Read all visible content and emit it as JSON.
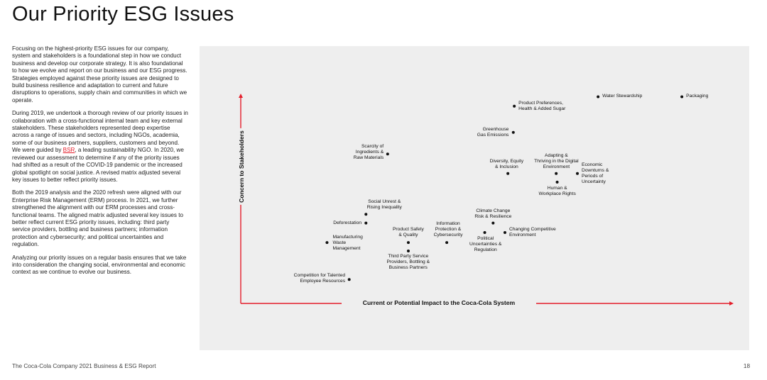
{
  "page": {
    "title": "Our Priority ESG Issues",
    "footer": "The Coca-Cola Company 2021 Business & ESG Report",
    "page_number": "18"
  },
  "intro": {
    "p1": "Focusing on the highest-priority ESG issues for our company, system and stakeholders is a foundational step in how we conduct business and develop our corporate strategy. It is also foundational to how we evolve and report on our business and our ESG progress. Strategies employed against these priority issues are designed to build business resilience and adaptation to current and future disruptions to operations, supply chain and communities in which we operate.",
    "p2_before": "During 2019, we undertook a thorough review of our priority issues in collaboration with a cross-functional internal team and key external stakeholders. These stakeholders represented deep expertise across a range of issues and sectors, including NGOs, academia, some of our business partners, suppliers, customers and beyond. We were guided by ",
    "p2_link": "BSR",
    "p2_after": ", a leading sustainability NGO. In 2020, we reviewed our assessment to determine if any of the priority issues had shifted as a result of the COVID-19 pandemic or the increased global spotlight on social justice. A revised matrix adjusted several key issues to better reflect priority issues.",
    "p3": "Both the 2019 analysis and the 2020 refresh were aligned with our Enterprise Risk Management (ERM) process. In 2021, we further strengthened the alignment with our ERM processes and cross-functional teams. The aligned matrix adjusted several key issues to better reflect current ESG priority issues, including: third party service providers, bottling and business partners; information protection and cybersecurity; and political uncertainties and regulation.",
    "p4": "Analyzing our priority issues on a regular basis ensures that we take into consideration the changing social, environmental and economic context as we continue to evolve our business."
  },
  "colors": {
    "axis": "#e41e2b",
    "link": "#e41e2b",
    "panel": "#eeeeee",
    "point": "#111111"
  },
  "chart_data": {
    "type": "scatter",
    "title": "",
    "xlabel": "Current or Potential Impact to the Coca-Cola System",
    "ylabel": "Concern to Stakeholders",
    "xlim": [
      0,
      100
    ],
    "ylim": [
      0,
      100
    ],
    "grid": false,
    "points": [
      {
        "label": "Water Stewardship",
        "x": 72.5,
        "y": 98.5
      },
      {
        "label": "Packaging",
        "x": 89.5,
        "y": 98.5
      },
      {
        "label": "Product Preferences,\nHealth & Added Sugar",
        "x": 55.5,
        "y": 94
      },
      {
        "label": "Greenhouse\nGas Emissions",
        "x": 55.3,
        "y": 81.5
      },
      {
        "label": "Scarcity of\nIngredients &\nRaw Materials",
        "x": 29.8,
        "y": 71.2
      },
      {
        "label": "Diversity, Equity\n& Inclusion",
        "x": 54.2,
        "y": 61.9
      },
      {
        "label": "Adapting &\nThriving in the Digital\nEnvironment",
        "x": 64.0,
        "y": 61.9
      },
      {
        "label": "Economic\nDownturns &\nPeriods of\nUncertainty",
        "x": 68.3,
        "y": 61.9
      },
      {
        "label": "Human &\nWorkplace Rights",
        "x": 64.2,
        "y": 57.8
      },
      {
        "label": "Social Unrest &\nRising Inequality",
        "x": 25.4,
        "y": 42.5
      },
      {
        "label": "Deforestation",
        "x": 25.4,
        "y": 38.3
      },
      {
        "label": "Climate Change\nRisk & Resilience",
        "x": 51.2,
        "y": 38.3
      },
      {
        "label": "Changing Competitive\nEnvironment",
        "x": 53.6,
        "y": 33.8
      },
      {
        "label": "Political\nUncertainties &\nRegulation",
        "x": 49.5,
        "y": 33.8
      },
      {
        "label": "Manufacturing\nWaste\nManagement",
        "x": 17.5,
        "y": 29.0
      },
      {
        "label": "Product Safety\n& Quality",
        "x": 34.0,
        "y": 29.0
      },
      {
        "label": "Information\nProtection &\nCybersecurity",
        "x": 41.8,
        "y": 29.0
      },
      {
        "label": "Third Party Service\nProviders, Bottling &\nBusiness Partners",
        "x": 34.0,
        "y": 25.0
      },
      {
        "label": "Competition for Talented\nEmployee Resources",
        "x": 22.0,
        "y": 11.4
      }
    ]
  }
}
